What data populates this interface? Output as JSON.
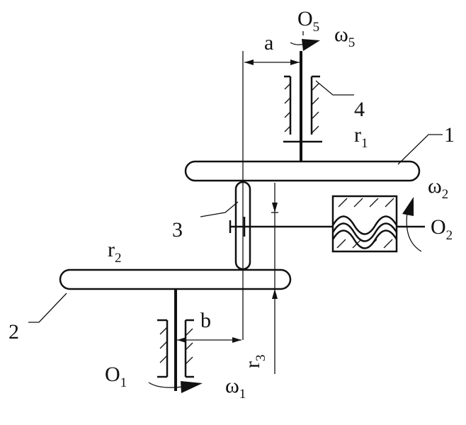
{
  "labels": {
    "O": "O",
    "omega": "ω",
    "r": "r",
    "a": "a",
    "b": "b",
    "n1": "1",
    "n2": "2",
    "n3": "3",
    "n4": "4",
    "s1": "1",
    "s2": "2",
    "s3": "3",
    "s5": "5"
  }
}
